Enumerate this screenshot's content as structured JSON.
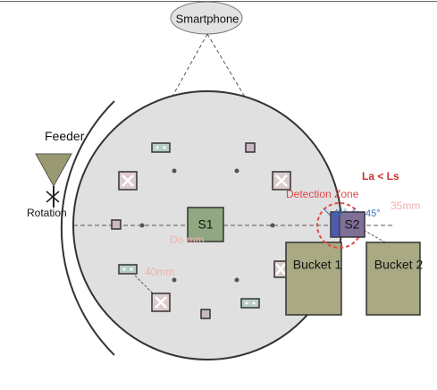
{
  "labels": {
    "smartphone": "Smartphone",
    "feeder": "Feeder",
    "rotation": "Rotation",
    "s1": "S1",
    "s2": "S2",
    "bucket1": "Bucket 1",
    "bucket2": "Bucket 2",
    "detection_zone": "Detection Zone",
    "la_ls": "La < Ls",
    "angle_left": "45°",
    "angle_right": "45°",
    "dim_35": "35mm",
    "dim_40": "40mm",
    "dim_center": "Do        mm"
  },
  "colors": {
    "plate_fill": "#e0e0e0",
    "sensor_fill": "#8fa882",
    "s2_fill": "#7f6f98",
    "bucket_fill": "#a9a984",
    "feeder_fill": "#999a72",
    "detection_red": "#e04848",
    "label_red": "#c9332c",
    "angle_blue": "#3a6ec0",
    "dim_pink": "#f1b1ad"
  }
}
